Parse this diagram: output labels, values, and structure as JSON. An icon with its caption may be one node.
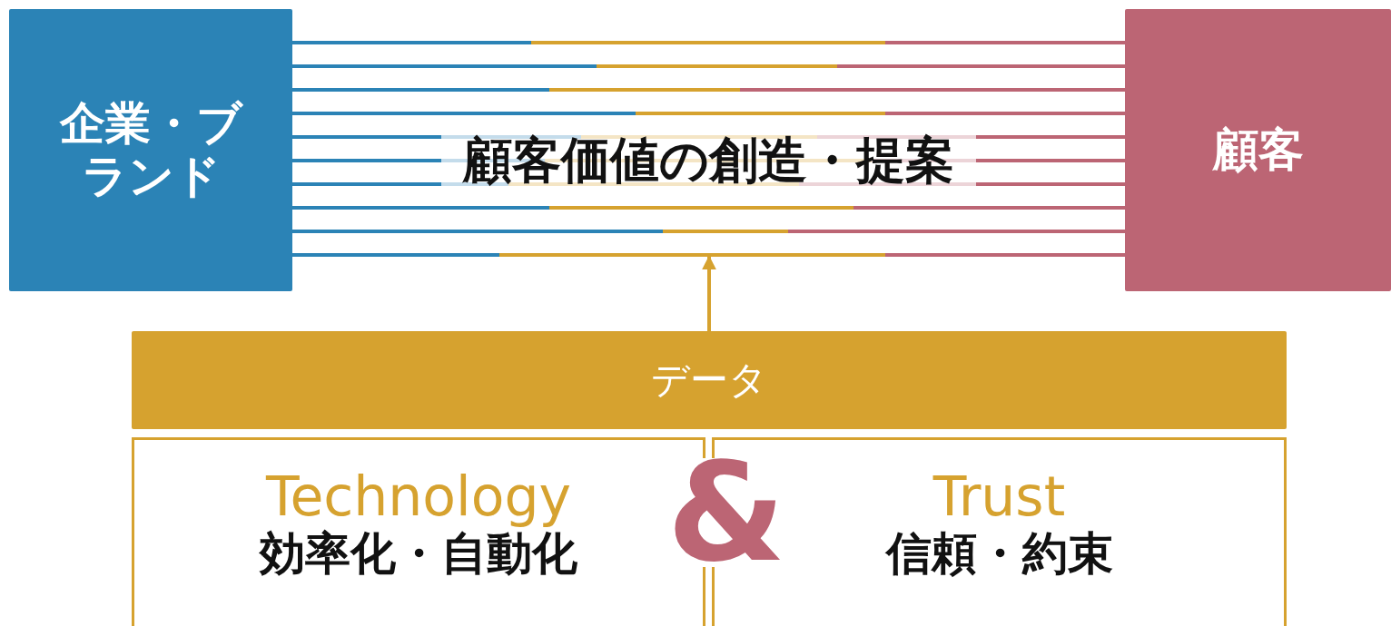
{
  "diagram": {
    "nodes": [
      {
        "text": [
          "企業・ブランド"
        ]
      },
      {
        "text": [
          "顧客"
        ]
      },
      {
        "text": [
          "データ"
        ]
      },
      {
        "text": [
          "Technology",
          "効率化・自動化"
        ]
      },
      {
        "text": [
          "Trust",
          "信頼・約束"
        ]
      }
    ],
    "edges": [
      {
        "from": 0,
        "to": 1,
        "arrow": "none"
      },
      {
        "from": 0,
        "to": 1,
        "arrow": "none"
      },
      {
        "from": 0,
        "to": 1,
        "arrow": "none"
      },
      {
        "from": 0,
        "to": 1,
        "arrow": "none"
      },
      {
        "from": 0,
        "to": 1,
        "arrow": "none"
      },
      {
        "from": 0,
        "to": 1,
        "arrow": "none",
        "label": "顧客価値の創造・提案"
      },
      {
        "from": 0,
        "to": 1,
        "arrow": "none"
      },
      {
        "from": 0,
        "to": 1,
        "arrow": "none"
      },
      {
        "from": 0,
        "to": 1,
        "arrow": "none"
      },
      {
        "from": 0,
        "to": 1,
        "arrow": "none"
      },
      {
        "from": 2,
        "to": null,
        "arrow": "to",
        "color": "#d6a22f"
      }
    ],
    "labels": [
      "&"
    ]
  }
}
